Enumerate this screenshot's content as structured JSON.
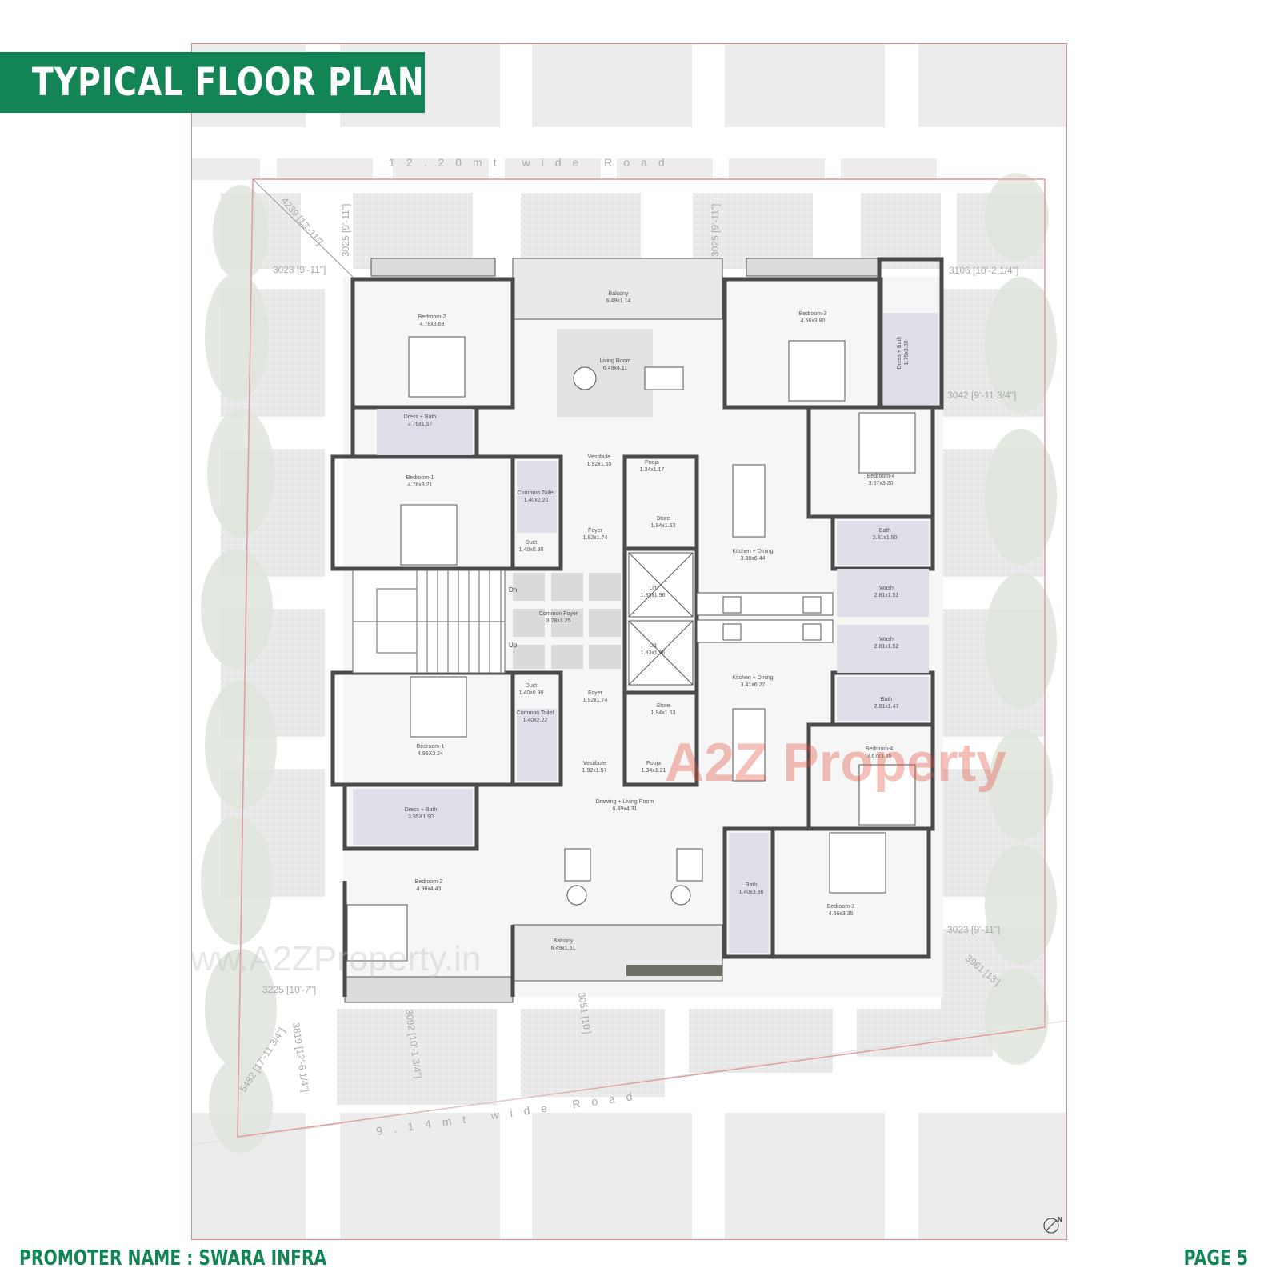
{
  "header": {
    "title": "TYPICAL FLOOR PLAN"
  },
  "footer": {
    "promoter": "PROMOTER NAME : SWARA INFRA",
    "page": "PAGE 5"
  },
  "colors": {
    "brand_green": "#128456",
    "footer_green": "#138554",
    "plot_line": "#e39a9a",
    "wall": "#4a4a4a",
    "paving": "#ececec"
  },
  "roads": {
    "north": "12.20mt wide Road",
    "south": "9.14mt wide Road"
  },
  "dimensions": {
    "nw_diag": "4239 [13'-11\"]",
    "n_left": "3025 [9'-11\"]",
    "n_mid": "3025 [9'-11\"]",
    "w_top": "3023 [9'-11\"]",
    "e_top": "3106 [10'-2 1/4\"]",
    "e_mid": "3042 [9'-11 3/4\"]",
    "e_bottom": "3023 [9'-11\"]",
    "se_diag": "3961 [13']",
    "w_bottom": "3225 [10'-7\"]",
    "sw_diag": "5482 [17'-11 3/4\"]",
    "s_left": "3819 [12'-6 1/4\"]",
    "s_mid": "3092 [10'-1 3/4\"]",
    "s_right": "3051 [10']"
  },
  "rooms": {
    "balcony_top": {
      "name": "Balcony",
      "size": "6.49x1.14"
    },
    "bedroom2_top": {
      "name": "Bedroom-2",
      "size": "4.78x3.68"
    },
    "living_top": {
      "name": "Living Room",
      "size": "6.49x4.11"
    },
    "bedroom3_top": {
      "name": "Bedroom-3",
      "size": "4.56x3.80"
    },
    "dressbath_top_right": {
      "name": "Dress + Bath",
      "size": "1.75x3.80"
    },
    "dressbath_top_left": {
      "name": "Dress + Bath",
      "size": "3.76x1.57"
    },
    "vestibule_top": {
      "name": "Vestibule",
      "size": "1.92x1.55"
    },
    "pooja_top": {
      "name": "Pooja",
      "size": "1.34x1.17"
    },
    "bedroom4_top": {
      "name": "Bedroom-4",
      "size": "3.67x3.20"
    },
    "bedroom1_top": {
      "name": "Bedroom-1",
      "size": "4.78x3.21"
    },
    "ctoilet_top": {
      "name": "Common Toilet",
      "size": "1.40x2.20"
    },
    "store_top": {
      "name": "Store",
      "size": "1.94x1.53"
    },
    "foyer_top": {
      "name": "Foyer",
      "size": "1.92x1.74"
    },
    "duct_top": {
      "name": "Duct",
      "size": "1.40x0.90"
    },
    "kitchen_top": {
      "name": "Kitchen + Dining",
      "size": "3.38x6.44"
    },
    "bath_top": {
      "name": "Bath",
      "size": "2.81x1.50"
    },
    "lift1": {
      "name": "Lift",
      "size": "1.83x1.96"
    },
    "common_foyer": {
      "name": "Common Foyer",
      "size": "3.78x3.25"
    },
    "wash_top": {
      "name": "Wash",
      "size": "2.81x1.51"
    },
    "lift2": {
      "name": "Lift",
      "size": "1.83x1.96"
    },
    "wash_bottom": {
      "name": "Wash",
      "size": "2.81x1.52"
    },
    "duct_bottom": {
      "name": "Duct",
      "size": "1.40x0.90"
    },
    "foyer_bottom": {
      "name": "Foyer",
      "size": "1.92x1.74"
    },
    "kitchen_bottom": {
      "name": "Kitchen + Dining",
      "size": "3.41x6.27"
    },
    "ctoilet_bottom": {
      "name": "Common Toilet",
      "size": "1.40x2.22"
    },
    "store_bottom": {
      "name": "Store",
      "size": "1.94x1.53"
    },
    "bath_bottom_right": {
      "name": "Bath",
      "size": "2.81x1.47"
    },
    "bedroom1_bottom": {
      "name": "Bedroom-1",
      "size": "4.96X3.24"
    },
    "vestibule_bottom": {
      "name": "Vestibule",
      "size": "1.92x1.57"
    },
    "pooja_bottom": {
      "name": "Pooja",
      "size": "1.34x1.21"
    },
    "bedroom4_bottom": {
      "name": "Bedroom-4",
      "size": "3.67x3.05"
    },
    "dressbath_bottom": {
      "name": "Dress + Bath",
      "size": "3.95X1.90"
    },
    "drawing_living": {
      "name": "Drawing + Living Room",
      "size": "6.49x4.31"
    },
    "bath_bottom_center": {
      "name": "Bath",
      "size": "1.40x3.98"
    },
    "bedroom2_bottom": {
      "name": "Bedroom-2",
      "size": "4.96x4.43"
    },
    "bedroom3_bottom": {
      "name": "Bedroom-3",
      "size": "4.66x3.35"
    },
    "balcony_bottom": {
      "name": "Balcony",
      "size": "6.49x1.61"
    }
  },
  "stair": {
    "down": "Dn",
    "up": "Up"
  },
  "watermark": {
    "logo": "A2Z Property",
    "url": "www.A2ZProperty.in"
  },
  "north_marker": "N"
}
